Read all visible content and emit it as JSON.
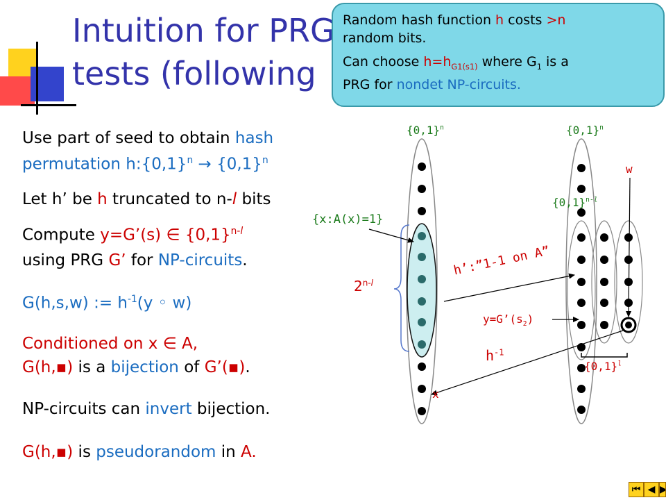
{
  "title": {
    "line1": "Intuition for PRG",
    "line2": "tests (following"
  },
  "callout": {
    "p1_a": "Random hash function ",
    "p1_h": "h",
    "p1_b": " costs ",
    "p1_n": ">n",
    "p1_c": "random bits.",
    "p2_a": "Can choose ",
    "p2_h": "h=h",
    "p2_sub": "G1(s1)",
    "p2_b": " where G",
    "p2_sub2": "1",
    "p2_c": " is a",
    "p2_d": "PRG for ",
    "p2_e": "nondet NP-circuits."
  },
  "bullets": {
    "b1_a": "Use part of seed to obtain ",
    "b1_b": "hash",
    "b1_c": "permutation h:{0,1}",
    "b1_sup1": "n",
    "b1_d": " → {0,1}",
    "b1_sup2": "n",
    "b2_a": "Let h’ be ",
    "b2_b": "h",
    "b2_c": " truncated to n-",
    "b2_l": "l",
    "b2_d": " bits",
    "b3_a": "Compute ",
    "b3_b": "y=G’(s)",
    "b3_c": " ∈ {0,1}",
    "b3_sup": "n-",
    "b3_l": "l",
    "b3_d": "using PRG ",
    "b3_e": "G’",
    "b3_f": " for ",
    "b3_g": "NP-circuits",
    "b3_h": ".",
    "b4_a": "G(h,s,w) := h",
    "b4_sup": "-1",
    "b4_b": "(y ◦ w)",
    "b5_a": "Conditioned on x ∈ A,",
    "b5_b": "G(h,▪)",
    "b5_c": " is a ",
    "b5_d": "bijection",
    "b5_e": " of ",
    "b5_f": "G’(▪)",
    "b5_g": ".",
    "b6_a": "NP-circuits can ",
    "b6_b": "invert",
    "b6_c": " bijection.",
    "b7_a": "G(h,▪)",
    "b7_b": " is ",
    "b7_c": "pseudorandom",
    "b7_d": " in ",
    "b7_e": "A."
  },
  "diagram": {
    "left_set": "{0,1}",
    "left_set_sup": "n",
    "right_set": "{0,1}",
    "right_set_sup": "n",
    "inner_set": "{0,1}",
    "inner_set_sup": "n-",
    "inner_set_l": "l",
    "ax_label": "{x:A(x)=1}",
    "two_n_l": "2",
    "two_n_l_sup": "n-",
    "two_n_l_l": "l",
    "h_prime": "h’:”1-1 on A”",
    "y_label": "y=G’(s",
    "y_sub": "2",
    "y_close": ")",
    "h_inv": "h",
    "h_inv_sup": "-1",
    "x_label": "x",
    "w_label": "w",
    "l_set": "{0,1}",
    "l_set_l": "l"
  },
  "nav": {
    "first": "⏮",
    "prev": "◀",
    "next": "▶"
  },
  "colors": {
    "title": "#3333aa",
    "blue": "#1a6cc0",
    "red": "#cc0000",
    "green": "#1a7a1a",
    "callout_bg": "#7fd8e8",
    "highlight_ellipse": "#cdeef0"
  }
}
